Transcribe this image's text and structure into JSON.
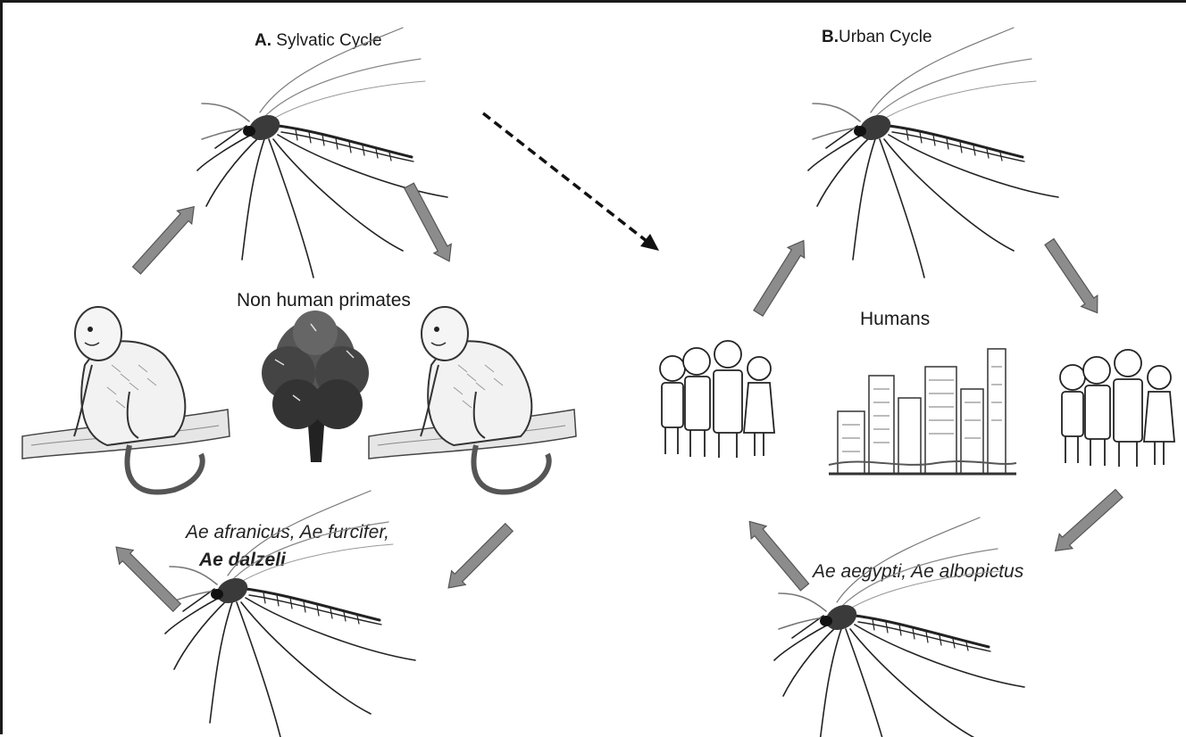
{
  "sylvatic": {
    "title_prefix": "A.",
    "title": " Sylvatic Cycle",
    "hosts_label": "Non human primates",
    "species_line1": "Ae afranicus, Ae furcifer,",
    "species_line2": "Ae dalzeli"
  },
  "urban": {
    "title_prefix": "B.",
    "title": "Urban Cycle",
    "hosts_label": "Humans",
    "species": "Ae aegypti, Ae albopictus"
  },
  "colors": {
    "cycle_arrow": "#8c8c8c",
    "cycle_arrow_outline": "#555555",
    "spillover_arrow": "#111111",
    "border": "#1a1a1a"
  },
  "icons": [
    "mosquito-icon",
    "monkey-icon",
    "tree-icon",
    "family-icon",
    "city-icon"
  ]
}
